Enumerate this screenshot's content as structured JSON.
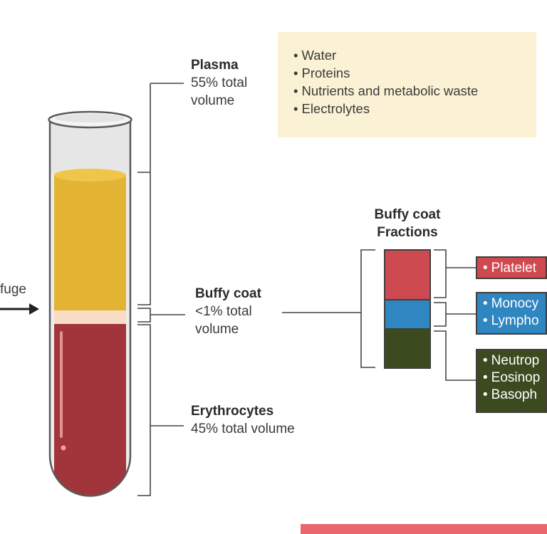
{
  "arrow": {
    "label": "fuge"
  },
  "plasma": {
    "title": "Plasma",
    "line1": "55% total",
    "line2": "volume",
    "components": [
      "Water",
      "Proteins",
      "Nutrients and metabolic waste",
      "Electrolytes"
    ]
  },
  "buffy": {
    "title": "Buffy coat",
    "line1": "<1% total",
    "line2": "volume"
  },
  "erythrocytes": {
    "title": "Erythrocytes",
    "line1": "45% total volume"
  },
  "fractions": {
    "title_line1": "Buffy coat",
    "title_line2": "Fractions",
    "boxes": [
      {
        "items": [
          "Platelet"
        ],
        "color": "#d04950"
      },
      {
        "items": [
          "Monocy",
          "Lympho"
        ],
        "color": "#2f86c0"
      },
      {
        "items": [
          "Neutrop",
          "Eosinop",
          "Basoph"
        ],
        "color": "#3c4a1f"
      }
    ],
    "segment_colors": {
      "platelets": "#cd4a50",
      "mononuclear": "#2f86c0",
      "granulocytes": "#3c4a1f"
    }
  },
  "colors": {
    "plasma": "#e3b433",
    "buffy_coat": "#f9dcc4",
    "erythrocytes": "#a1353b",
    "plasma_box_bg": "#fbf1d4",
    "bottom_bar": "#e9666e"
  }
}
